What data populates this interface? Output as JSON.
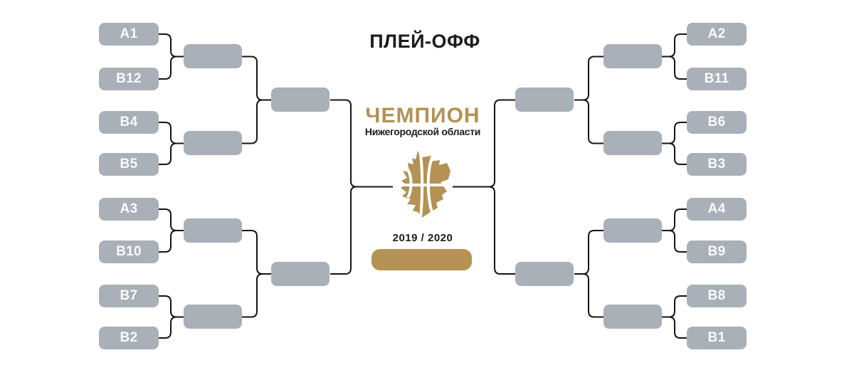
{
  "title": "ПЛЕЙ-ОФФ",
  "center": {
    "champion_label": "ЧЕМПИОН",
    "champion_sublabel": "Нижегородской области",
    "season": "2019 / 2020"
  },
  "colors": {
    "gold": "#b39254",
    "box_gray": "#a9b0b7",
    "line": "#141414"
  },
  "bracket": {
    "left": {
      "round1": [
        "A1",
        "B12",
        "B4",
        "B5",
        "A3",
        "B10",
        "B7",
        "B2"
      ]
    },
    "right": {
      "round1": [
        "A2",
        "B11",
        "B6",
        "B3",
        "A4",
        "B9",
        "B8",
        "B1"
      ]
    }
  }
}
